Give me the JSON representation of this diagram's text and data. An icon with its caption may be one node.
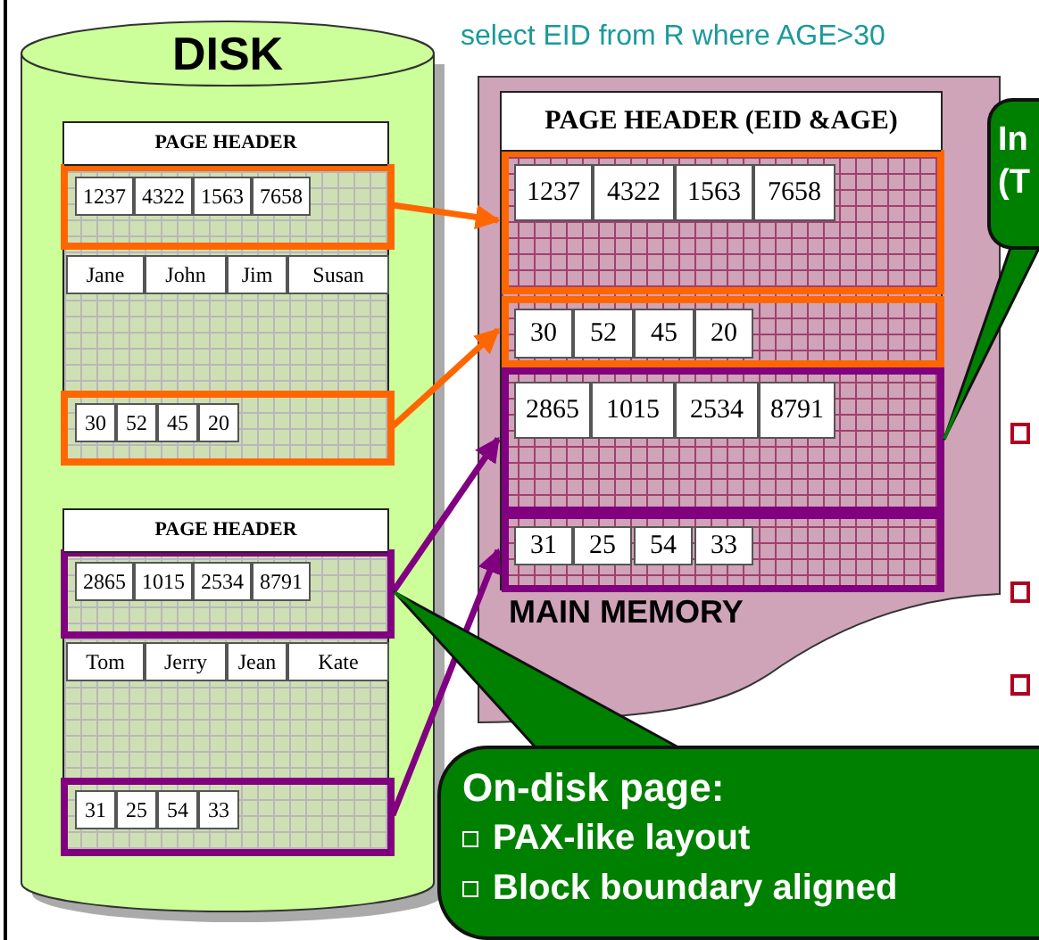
{
  "diagram": {
    "nodes": [
      {
        "text": [
          "DISK"
        ]
      },
      {
        "text": [
          "PAGE HEADER"
        ],
        "in": 0
      },
      {
        "text": [],
        "shape": "box",
        "in": 1
      },
      {
        "text": [
          "1237"
        ],
        "in": 2
      },
      {
        "text": [
          "4322"
        ],
        "in": 2
      },
      {
        "text": [
          "1563"
        ],
        "in": 2
      },
      {
        "text": [
          "7658"
        ],
        "in": 2
      },
      {
        "text": [
          "Jane"
        ],
        "in": 1
      },
      {
        "text": [
          "John"
        ],
        "in": 1
      },
      {
        "text": [
          "Jim"
        ],
        "in": 1
      },
      {
        "text": [
          "Susan"
        ],
        "in": 1
      },
      {
        "text": [],
        "shape": "box",
        "in": 1
      },
      {
        "text": [
          "30"
        ],
        "in": 11
      },
      {
        "text": [
          "52"
        ],
        "in": 11
      },
      {
        "text": [
          "45"
        ],
        "in": 11
      },
      {
        "text": [
          "20"
        ],
        "in": 11
      },
      {
        "text": [
          "PAGE HEADER"
        ],
        "in": 0
      },
      {
        "text": [],
        "shape": "box",
        "in": 16
      },
      {
        "text": [
          "2865"
        ],
        "in": 17
      },
      {
        "text": [
          "1015"
        ],
        "in": 17
      },
      {
        "text": [
          "2534"
        ],
        "in": 17
      },
      {
        "text": [
          "8791"
        ],
        "in": 17
      },
      {
        "text": [
          "Tom"
        ],
        "in": 16
      },
      {
        "text": [
          "Jerry"
        ],
        "in": 16
      },
      {
        "text": [
          "Jean"
        ],
        "in": 16
      },
      {
        "text": [
          "Kate"
        ],
        "in": 16
      },
      {
        "text": [],
        "shape": "box",
        "in": 16
      },
      {
        "text": [
          "31"
        ],
        "in": 26
      },
      {
        "text": [
          "25"
        ],
        "in": 26
      },
      {
        "text": [
          "54"
        ],
        "in": 26
      },
      {
        "text": [
          "33"
        ],
        "in": 26
      },
      {
        "text": [
          "MAIN MEMORY"
        ]
      },
      {
        "text": [
          "PAGE HEADER (EID &AGE)"
        ],
        "in": 31
      },
      {
        "text": [],
        "shape": "box",
        "in": 32
      },
      {
        "text": [
          "1237"
        ],
        "in": 33
      },
      {
        "text": [
          "4322"
        ],
        "in": 33
      },
      {
        "text": [
          "1563"
        ],
        "in": 33
      },
      {
        "text": [
          "7658"
        ],
        "in": 33
      },
      {
        "text": [],
        "shape": "box",
        "in": 32
      },
      {
        "text": [
          "30"
        ],
        "in": 38
      },
      {
        "text": [
          "52"
        ],
        "in": 38
      },
      {
        "text": [
          "45"
        ],
        "in": 38
      },
      {
        "text": [
          "20"
        ],
        "in": 38
      },
      {
        "text": [],
        "shape": "box",
        "in": 32
      },
      {
        "text": [
          "2865"
        ],
        "in": 43
      },
      {
        "text": [
          "1015"
        ],
        "in": 43
      },
      {
        "text": [
          "2534"
        ],
        "in": 43
      },
      {
        "text": [
          "8791"
        ],
        "in": 43
      },
      {
        "text": [],
        "shape": "box",
        "in": 32
      },
      {
        "text": [
          "31"
        ],
        "in": 48
      },
      {
        "text": [
          "25"
        ],
        "in": 48
      },
      {
        "text": [
          "54"
        ],
        "in": 48
      },
      {
        "text": [
          "33"
        ],
        "in": 48
      },
      {
        "text": [
          "On-disk page:",
          "PAX-like layout",
          "Block boundary aligned"
        ]
      },
      {
        "text": [
          "In (T"
        ]
      }
    ],
    "edges": [
      {
        "from": 2,
        "to": 33,
        "arrow": "to",
        "color": "#ff6600"
      },
      {
        "from": 11,
        "to": 38,
        "arrow": "to",
        "color": "#ff6600"
      },
      {
        "from": 17,
        "to": 43,
        "arrow": "to",
        "color": "#800080"
      },
      {
        "from": 26,
        "to": 48,
        "arrow": "to",
        "color": "#800080"
      },
      {
        "from": 53,
        "to": 17,
        "arrow": "none",
        "color": "#008000"
      },
      {
        "from": 54,
        "to": 43,
        "arrow": "none",
        "color": "#008000"
      }
    ],
    "labels": [
      "select EID from R where AGE>30"
    ]
  }
}
